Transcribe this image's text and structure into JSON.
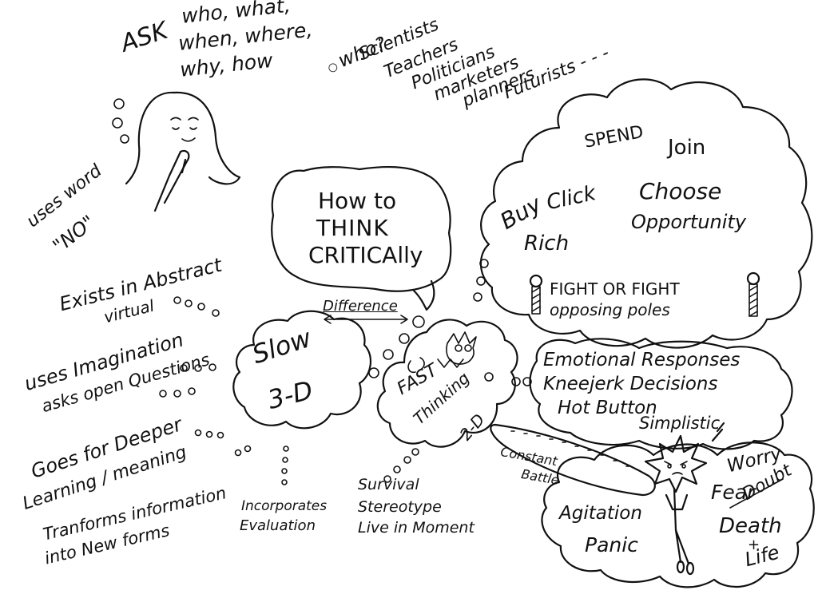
{
  "ask": {
    "word": "ASK",
    "line1": "who, what,",
    "line2": "when, where,",
    "line3": "why, how"
  },
  "who": {
    "label": "who?",
    "items": [
      "Scientists",
      "Teachers",
      "Politicians",
      "marketers",
      "planners",
      "Futurists - - -"
    ]
  },
  "girl": {
    "note_line1": "uses word",
    "note_line2": "\"NO\""
  },
  "center": {
    "line1": "How to",
    "line2": "THINK",
    "line3": "CRITICAlly",
    "difference": "Difference"
  },
  "slow": {
    "line1": "Slow",
    "line2": "3-D",
    "traits": [
      "Exists in Abstract",
      "virtual",
      "uses Imagination",
      "asks open Questions",
      "Goes for Deeper",
      "Learning / meaning",
      "Tranforms information",
      "into New forms",
      "Incorporates",
      "Evaluation"
    ]
  },
  "fast": {
    "line1": "FAST",
    "line2": "Thinking",
    "line3": "2-D",
    "traits": [
      "Survival",
      "Stereotype",
      "Live in Moment"
    ]
  },
  "market": {
    "words": [
      "SPEND",
      "Join",
      "Buy",
      "Click",
      "Choose",
      "Rich",
      "Opportunity"
    ],
    "fight": "FIGHT OR FIGHT",
    "poles": "opposing poles"
  },
  "reaction": {
    "lines": [
      "Emotional Responses",
      "Kneejerk Decisions",
      "Hot Button",
      "Simplistic"
    ]
  },
  "fear": {
    "battle_line1": "Constant",
    "battle_line2": "Battle",
    "agitation": "Agitation",
    "panic": "Panic",
    "worry": "Worry",
    "fear": "Fear",
    "doubt": "Doubt",
    "death": "Death",
    "plus": "+",
    "life": "Life"
  },
  "icons": {
    "girl": "thinking-girl-icon",
    "creature": "spiky-creature-icon",
    "stick_figure": "angry-stick-figure-icon",
    "pole": "barber-pole-icon"
  }
}
